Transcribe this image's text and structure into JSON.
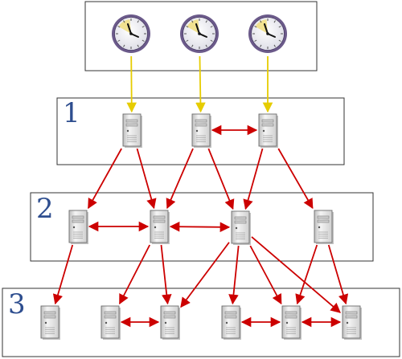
{
  "colors": {
    "tier_label": "#2e4e8f",
    "sync_arrow": "#cc0000",
    "reference_arrow": "#e6cc00",
    "box_stroke": "#333333",
    "clock_face": "#f4f4f4",
    "clock_rim": "#6b5a8a",
    "server_body": "#e8e8e8"
  },
  "tiers": [
    {
      "id": "reference-clocks",
      "label": "",
      "nodes": [
        "clock-a",
        "clock-b",
        "clock-c"
      ]
    },
    {
      "id": "tier-1",
      "label": "1",
      "nodes": [
        "s1a",
        "s1b",
        "s1c"
      ]
    },
    {
      "id": "tier-2",
      "label": "2",
      "nodes": [
        "s2a",
        "s2b",
        "s2c",
        "s2d"
      ]
    },
    {
      "id": "tier-3",
      "label": "3",
      "nodes": [
        "s3a",
        "s3b",
        "s3c",
        "s3d",
        "s3e",
        "s3f"
      ]
    }
  ],
  "icons": {
    "clock": "clock-icon",
    "server": "server-icon"
  },
  "edges": [
    {
      "from": "clock-a",
      "to": "s1a",
      "kind": "reference"
    },
    {
      "from": "clock-b",
      "to": "s1b",
      "kind": "reference"
    },
    {
      "from": "clock-c",
      "to": "s1c",
      "kind": "reference"
    },
    {
      "from": "s1b",
      "to": "s1c",
      "kind": "peer"
    },
    {
      "from": "s1a",
      "to": "s2a",
      "kind": "sync"
    },
    {
      "from": "s1a",
      "to": "s2b",
      "kind": "sync"
    },
    {
      "from": "s1b",
      "to": "s2b",
      "kind": "sync"
    },
    {
      "from": "s1b",
      "to": "s2c",
      "kind": "sync"
    },
    {
      "from": "s1c",
      "to": "s2c",
      "kind": "sync"
    },
    {
      "from": "s1c",
      "to": "s2d",
      "kind": "sync"
    },
    {
      "from": "s2a",
      "to": "s2b",
      "kind": "peer"
    },
    {
      "from": "s2b",
      "to": "s2c",
      "kind": "peer"
    },
    {
      "from": "s2a",
      "to": "s3a",
      "kind": "sync"
    },
    {
      "from": "s2b",
      "to": "s3b",
      "kind": "sync"
    },
    {
      "from": "s2b",
      "to": "s3c",
      "kind": "sync"
    },
    {
      "from": "s2c",
      "to": "s3c",
      "kind": "sync"
    },
    {
      "from": "s2c",
      "to": "s3d",
      "kind": "sync"
    },
    {
      "from": "s2c",
      "to": "s3e",
      "kind": "sync"
    },
    {
      "from": "s2c",
      "to": "s3f",
      "kind": "sync"
    },
    {
      "from": "s2d",
      "to": "s3e",
      "kind": "sync"
    },
    {
      "from": "s2d",
      "to": "s3f",
      "kind": "sync"
    },
    {
      "from": "s3b",
      "to": "s3c",
      "kind": "peer"
    },
    {
      "from": "s3d",
      "to": "s3e",
      "kind": "peer"
    },
    {
      "from": "s3e",
      "to": "s3f",
      "kind": "peer"
    }
  ]
}
